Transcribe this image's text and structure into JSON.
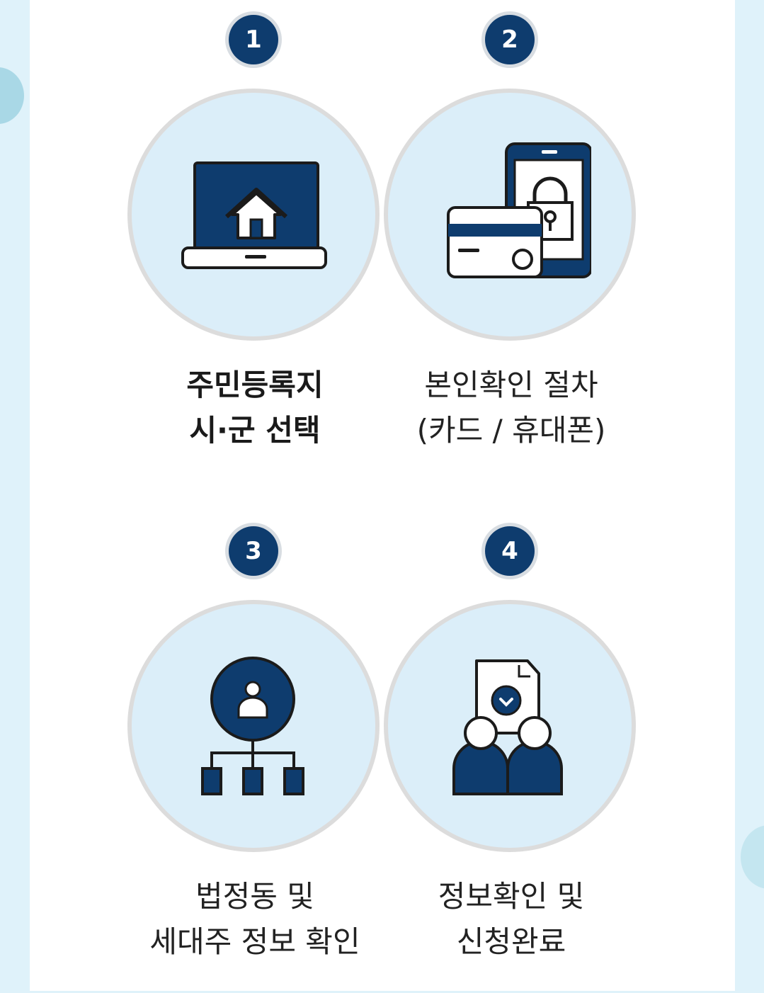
{
  "steps": [
    {
      "number": "1",
      "line1": "주민등록지",
      "line2": "시·군 선택",
      "icon": "laptop-home-icon",
      "bold": true
    },
    {
      "number": "2",
      "line1": "본인확인 절차",
      "line2": "(카드 / 휴대폰)",
      "icon": "card-phone-lock-icon",
      "bold": false
    },
    {
      "number": "3",
      "line1": "법정동 및",
      "line2": "세대주 정보 확인",
      "icon": "person-hierarchy-icon",
      "bold": false
    },
    {
      "number": "4",
      "line1": "정보확인 및",
      "line2": "신청완료",
      "icon": "people-document-icon",
      "bold": false
    }
  ],
  "colors": {
    "accent": "#0e3c6e",
    "circle_fill": "#dbeef9",
    "page_background": "#dff2fa"
  }
}
